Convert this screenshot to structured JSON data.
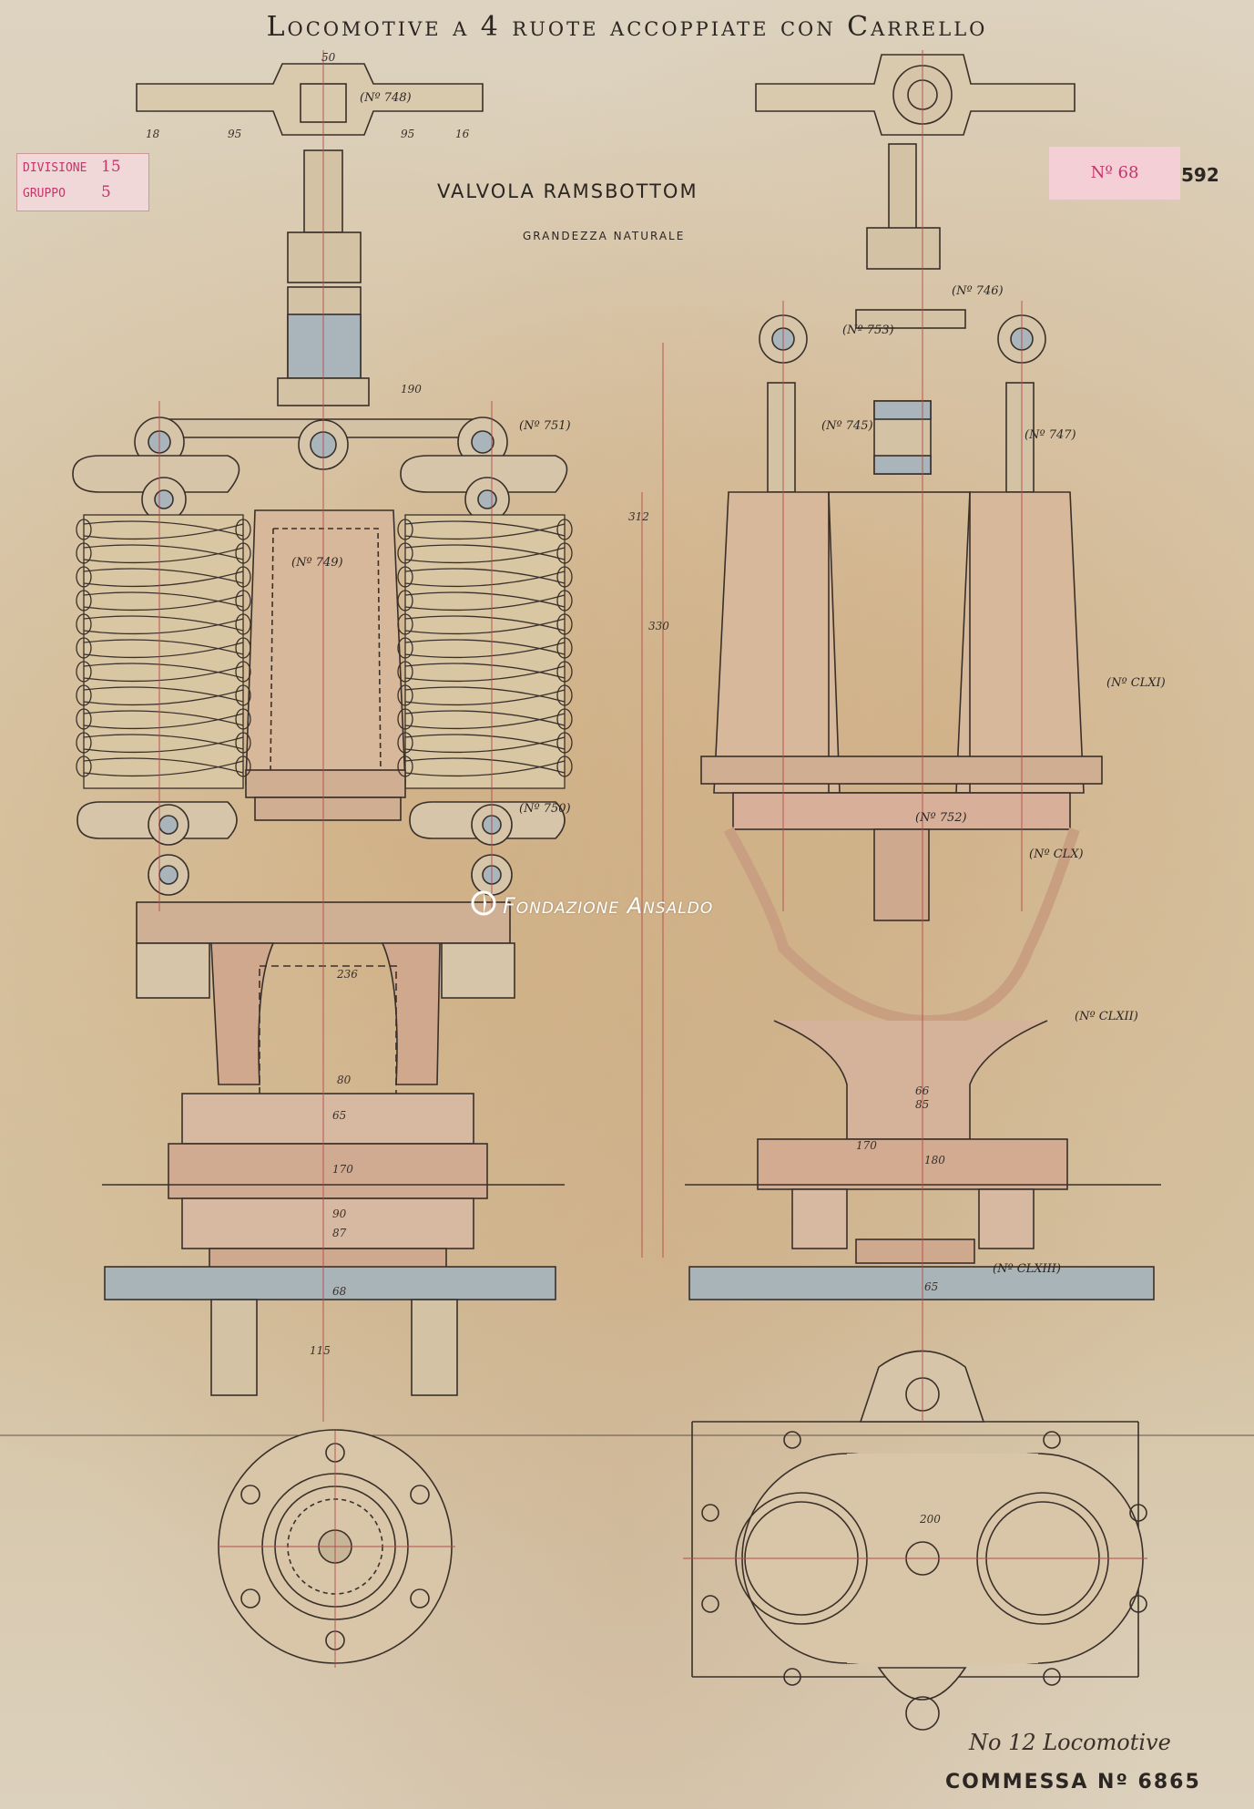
{
  "header": {
    "title": "Locomotive a 4 ruote accoppiate con Carrello",
    "subtitle": "VALVOLA RAMSBOTTOM",
    "scale": "GRANDEZZA NATURALE",
    "drawing_number": "Nº 68",
    "sheet_number": "592"
  },
  "stamp": {
    "division_label": "DIVISIONE",
    "division_value": "15",
    "group_label": "GRUPPO",
    "group_value": "5"
  },
  "watermark": {
    "text": "Fondazione Ansaldo"
  },
  "footer": {
    "note": "No 12 Locomotive",
    "commessa": "COMMESSA Nº 6865"
  },
  "part_labels": [
    "(Nº 748)",
    "(Nº 746)",
    "(Nº 753)",
    "(Nº 751)",
    "(Nº 749)",
    "(Nº 745)",
    "(Nº 747)",
    "(Nº 750)",
    "(Nº 752)",
    "(Nº CLXI)",
    "(Nº CLX)",
    "(Nº CLXII)",
    "(Nº CLXIII)"
  ],
  "dimensions": [
    "50",
    "95",
    "95",
    "18",
    "16",
    "190",
    "236",
    "80",
    "65",
    "170",
    "90",
    "87",
    "68",
    "115",
    "66",
    "85",
    "180",
    "65",
    "312",
    "330",
    "170",
    "200"
  ]
}
